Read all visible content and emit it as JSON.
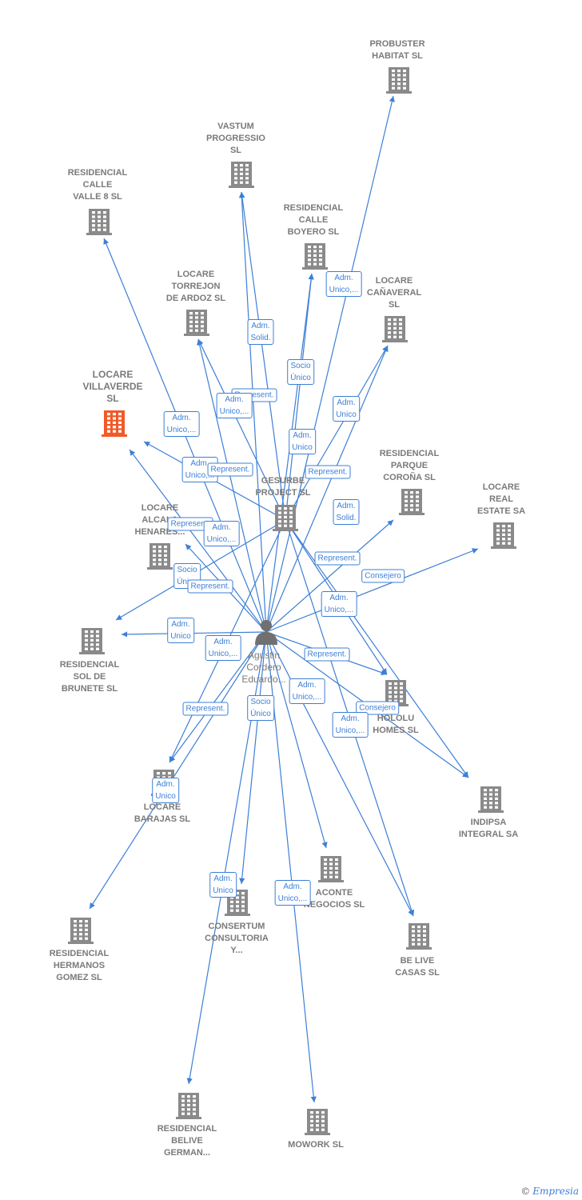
{
  "colors": {
    "edge": "#3d7fd6",
    "building": "#8a8a8a",
    "highlight": "#f05a28"
  },
  "center": {
    "name": "Agustin\nCordero\nEduardo..."
  },
  "nodes": [
    {
      "id": "probuster",
      "label": "PROBUSTER\nHABITAT  SL"
    },
    {
      "id": "vastum",
      "label": "VASTUM\nPROGRESSIO\nSL"
    },
    {
      "id": "calle8",
      "label": "RESIDENCIAL\nCALLE\nVALLE 8  SL"
    },
    {
      "id": "boyero",
      "label": "RESIDENCIAL\nCALLE\nBOYERO  SL"
    },
    {
      "id": "canaveral",
      "label": "LOCARE\nCAÑAVERAL\nSL"
    },
    {
      "id": "torrejon",
      "label": "LOCARE\nTORREJON\nDE ARDOZ  SL"
    },
    {
      "id": "villaverde",
      "label": "LOCARE\nVILLAVERDE\nSL"
    },
    {
      "id": "corona",
      "label": "RESIDENCIAL\nPARQUE\nCOROÑA  SL"
    },
    {
      "id": "realestate",
      "label": "LOCARE\nREAL\nESTATE SA"
    },
    {
      "id": "gesurbe",
      "label": "GESURBE\nPROJECT SL"
    },
    {
      "id": "alcala",
      "label": "LOCARE\nALCALA\nHENARES..."
    },
    {
      "id": "brunete",
      "label": "RESIDENCIAL\nSOL DE\nBRUNETE  SL"
    },
    {
      "id": "hololu",
      "label": "HOLOLU\nHOMES  SL"
    },
    {
      "id": "indipsa",
      "label": "INDIPSA\nINTEGRAL SA"
    },
    {
      "id": "barajas",
      "label": "LOCARE\nBARAJAS  SL"
    },
    {
      "id": "aconte",
      "label": "ACONTE\nNEGOCIOS  SL"
    },
    {
      "id": "consertum",
      "label": "CONSERTUM\nCONSULTORIA\nY..."
    },
    {
      "id": "belive",
      "label": "BE LIVE\nCASAS  SL"
    },
    {
      "id": "hermanos",
      "label": "RESIDENCIAL\nHERMANOS\nGOMEZ  SL"
    },
    {
      "id": "german",
      "label": "RESIDENCIAL\nBELIVE\nGERMAN..."
    },
    {
      "id": "mowork",
      "label": "MOWORK  SL"
    }
  ],
  "edge_labels": [
    "Adm.\nUnico,...",
    "Adm.\nSolid.",
    "Represent.",
    "Socio\nÚnico",
    "Adm.\nUnico,...",
    "Adm.\nUnico",
    "Adm.\nUnico,...",
    "Adm.\nUnico",
    "Adm.\nUnico,...",
    "Represent.",
    "Represent.",
    "Adm.\nSolid.",
    "Represent.",
    "Adm.\nUnico,...",
    "Represent.",
    "Consejero",
    "Socio\nÚnico",
    "Represent.",
    "Adm.\nUnico,...",
    "Adm.\nUnico",
    "Adm.\nUnico,...",
    "Represent.",
    "Adm.\nUnico,...",
    "Represent.",
    "Consejero",
    "Socio\nÚnico",
    "Adm.\nUnico,...",
    "Adm.\nUnico",
    "Adm.\nUnico",
    "Adm.\nUnico,..."
  ],
  "footer": {
    "copyright": "©",
    "brand": "Empresia"
  }
}
